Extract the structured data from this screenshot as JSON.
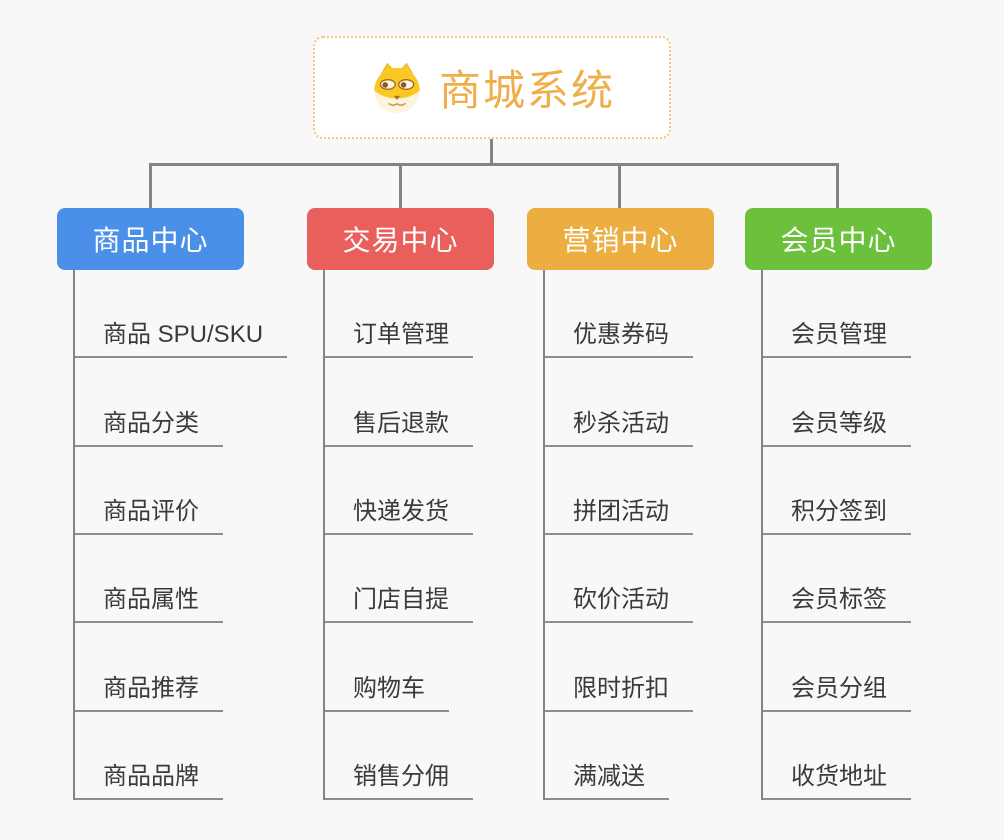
{
  "root": {
    "title": "商城系统",
    "icon": "dog-face-icon",
    "border_color": "#f6c77f",
    "text_color": "#efae4a"
  },
  "connector_color": "#848484",
  "branches": [
    {
      "label": "商品中心",
      "color": "#4a90e8",
      "children": [
        "商品 SPU/SKU",
        "商品分类",
        "商品评价",
        "商品属性",
        "商品推荐",
        "商品品牌"
      ]
    },
    {
      "label": "交易中心",
      "color": "#e85f5b",
      "children": [
        "订单管理",
        "售后退款",
        "快递发货",
        "门店自提",
        "购物车",
        "销售分佣"
      ]
    },
    {
      "label": "营销中心",
      "color": "#ecae40",
      "children": [
        "优惠券码",
        "秒杀活动",
        "拼团活动",
        "砍价活动",
        "限时折扣",
        "满减送"
      ]
    },
    {
      "label": "会员中心",
      "color": "#6cc13c",
      "children": [
        "会员管理",
        "会员等级",
        "积分签到",
        "会员标签",
        "会员分组",
        "收货地址"
      ]
    }
  ]
}
